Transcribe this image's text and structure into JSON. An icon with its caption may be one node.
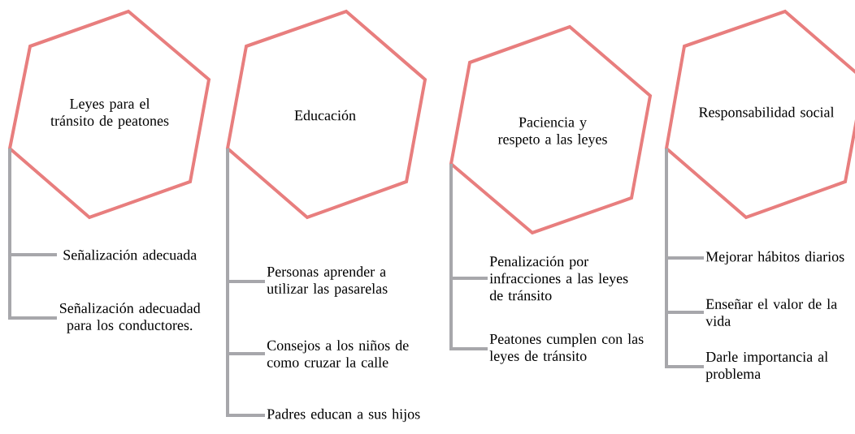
{
  "diagram": {
    "nodes": [
      {
        "text": [
          "Leyes para el tránsito de peatones"
        ]
      },
      {
        "text": [
          "Señalización adecuada"
        ]
      },
      {
        "text": [
          "Señalización adecuadad para los conductores."
        ]
      },
      {
        "text": [
          "Educación"
        ]
      },
      {
        "text": [
          "Personas aprender a utilizar las pasarelas"
        ]
      },
      {
        "text": [
          "Consejos a los niños de como cruzar la calle"
        ]
      },
      {
        "text": [
          "Padres educan a sus hijos"
        ]
      },
      {
        "text": [
          "Paciencia y respeto a las leyes"
        ]
      },
      {
        "text": [
          "Penalización por infracciones a las leyes de tránsito"
        ]
      },
      {
        "text": [
          "Peatones cumplen con las leyes de tránsito"
        ]
      },
      {
        "text": [
          "Responsabilidad social"
        ]
      },
      {
        "text": [
          "Mejorar hábitos diarios"
        ]
      },
      {
        "text": [
          "Enseñar el valor de la vida"
        ]
      },
      {
        "text": [
          "Darle importancia al problema"
        ]
      }
    ],
    "edges": [
      {
        "from": 0,
        "to": 1,
        "arrow": "none"
      },
      {
        "from": 0,
        "to": 2,
        "arrow": "none"
      },
      {
        "from": 3,
        "to": 4,
        "arrow": "none"
      },
      {
        "from": 3,
        "to": 5,
        "arrow": "none"
      },
      {
        "from": 3,
        "to": 6,
        "arrow": "none"
      },
      {
        "from": 7,
        "to": 8,
        "arrow": "none"
      },
      {
        "from": 7,
        "to": 9,
        "arrow": "none"
      },
      {
        "from": 10,
        "to": 11,
        "arrow": "none"
      },
      {
        "from": 10,
        "to": 12,
        "arrow": "none"
      },
      {
        "from": 10,
        "to": 13,
        "arrow": "none"
      }
    ]
  }
}
